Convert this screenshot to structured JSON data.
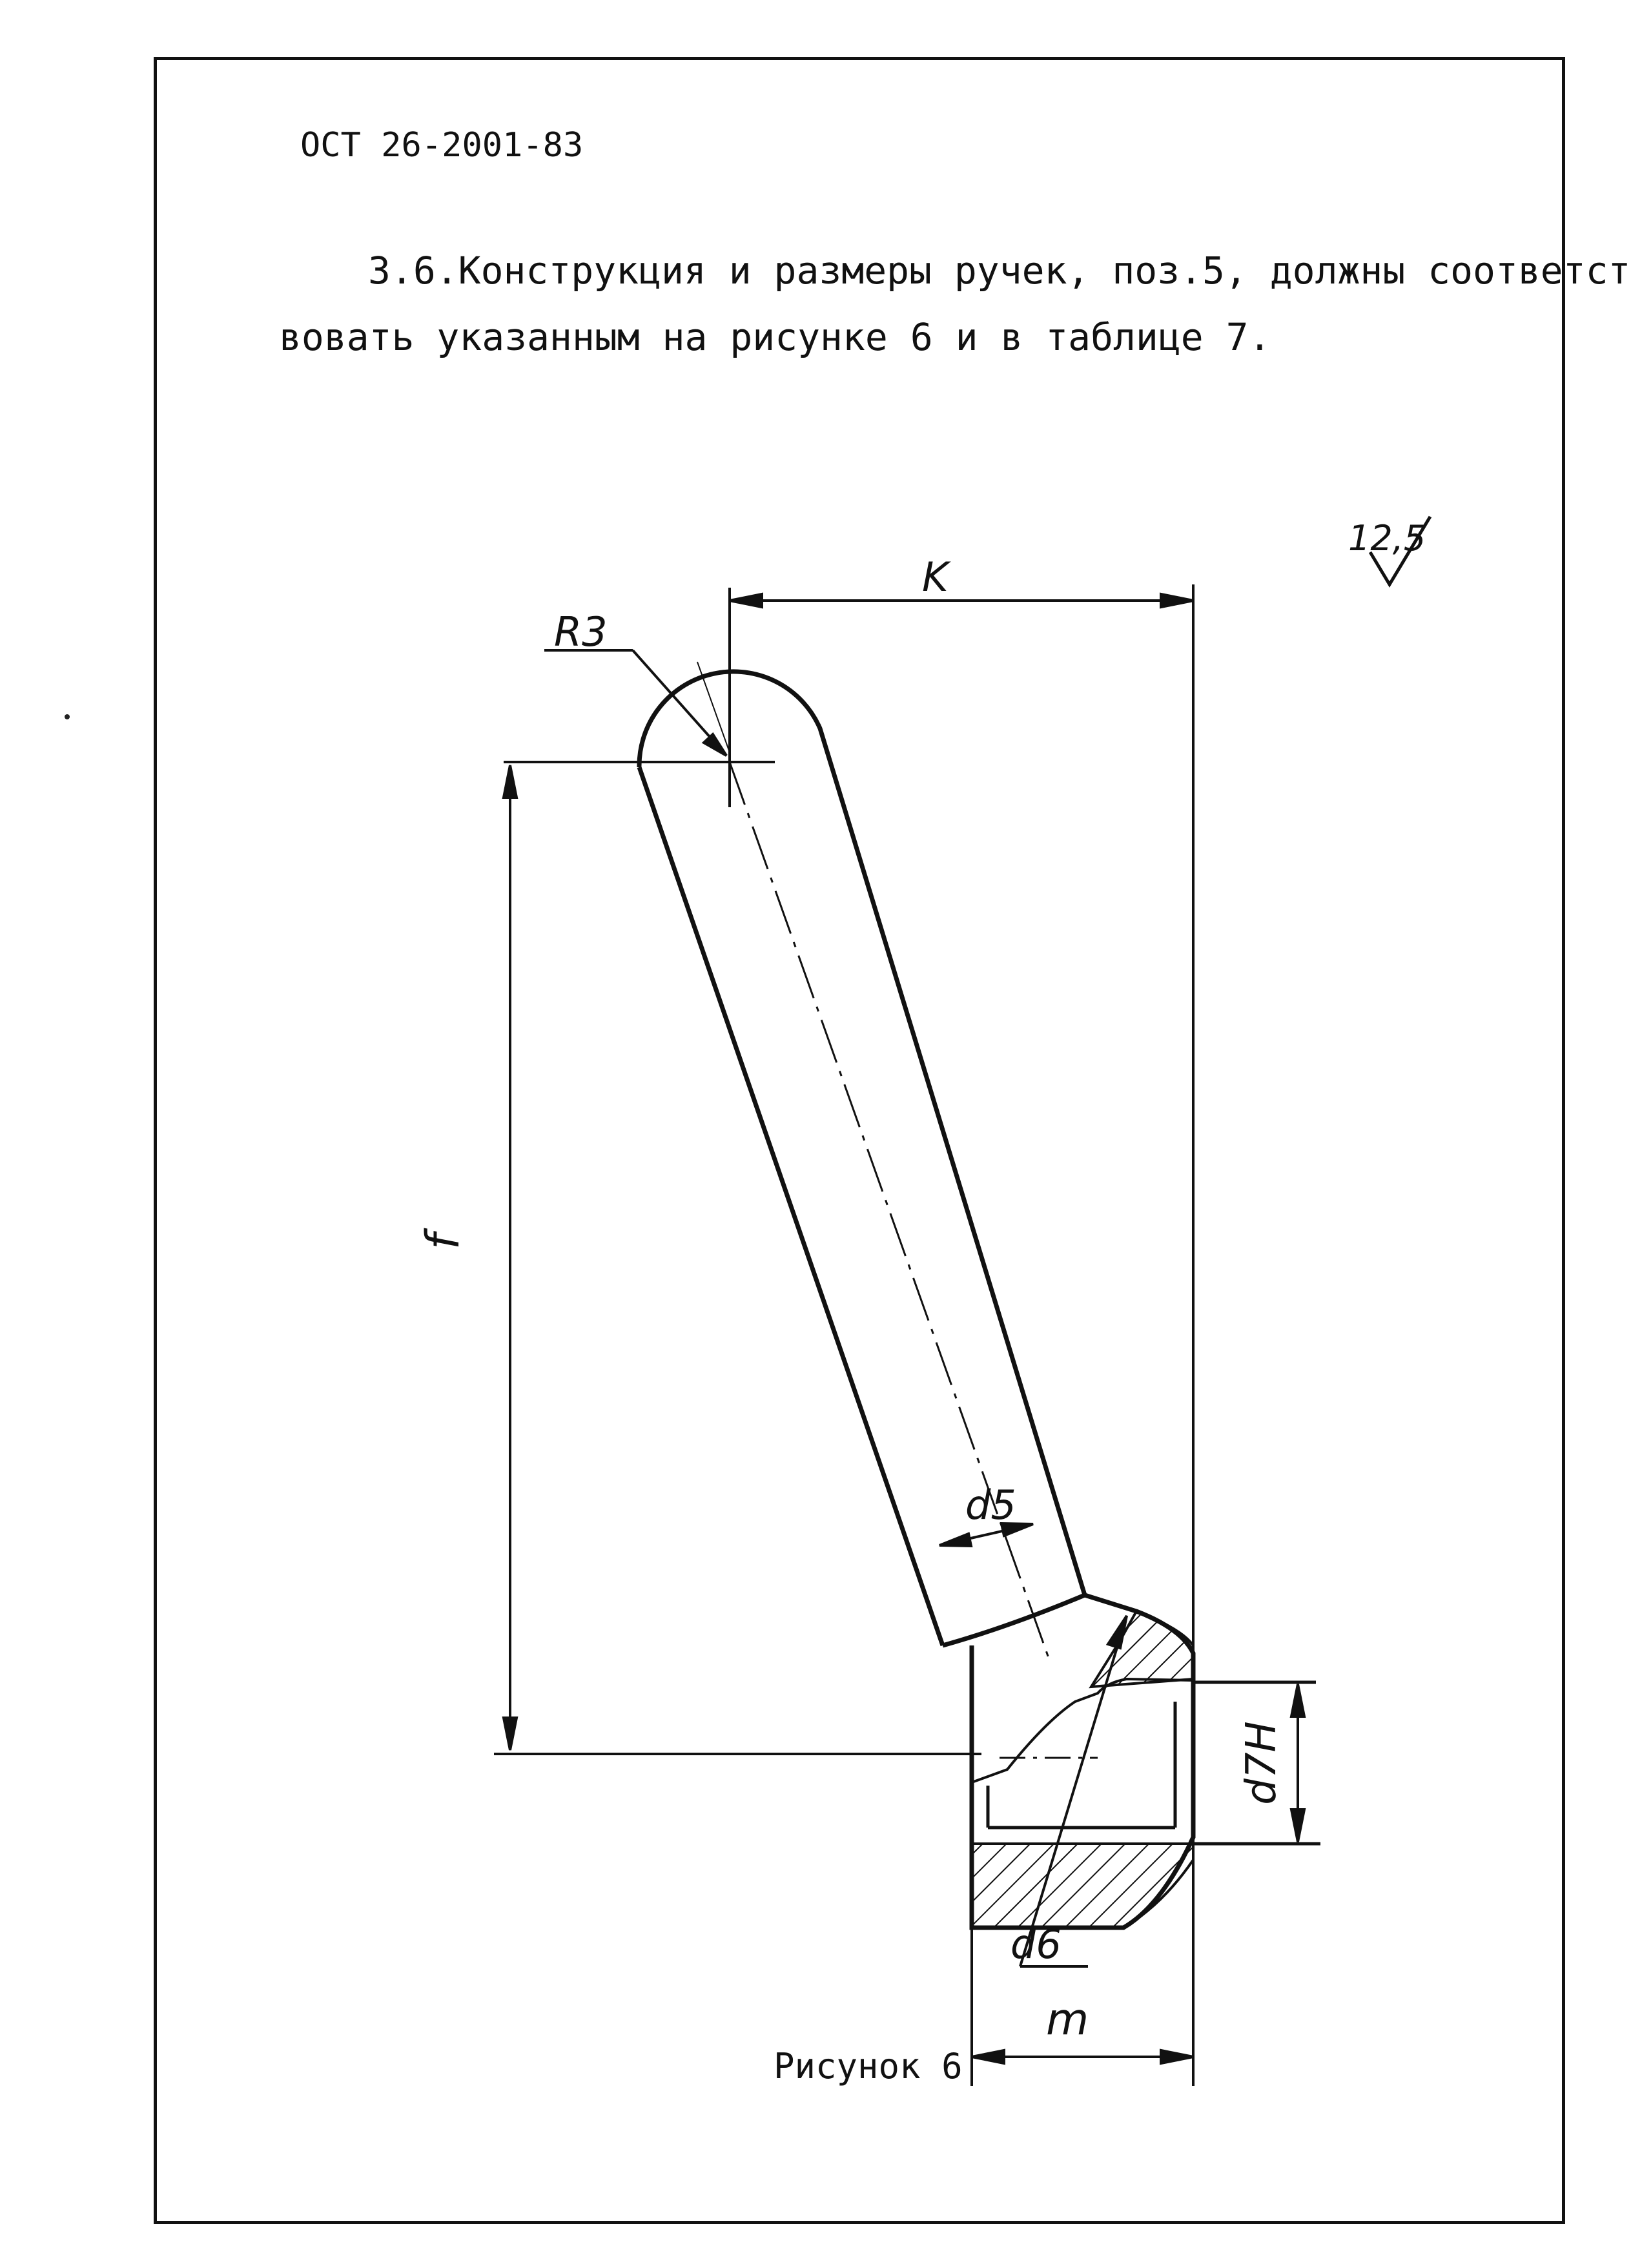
{
  "header": {
    "doc_code": "ОСТ 26-2001-83"
  },
  "paragraph": {
    "line1": "3.6.Конструкция и размеры ручек, поз.5, должны соответст-",
    "line2": "вовать указанным на  рисунке 6 и в таблице 7."
  },
  "drawing": {
    "roughness": "12,5",
    "labels": {
      "K": "K",
      "R3": "R3",
      "f": "f",
      "d5": "d5",
      "d7H": "d7H",
      "d6": "d6",
      "m": "m"
    }
  },
  "figure_caption": "Рисунок 6"
}
